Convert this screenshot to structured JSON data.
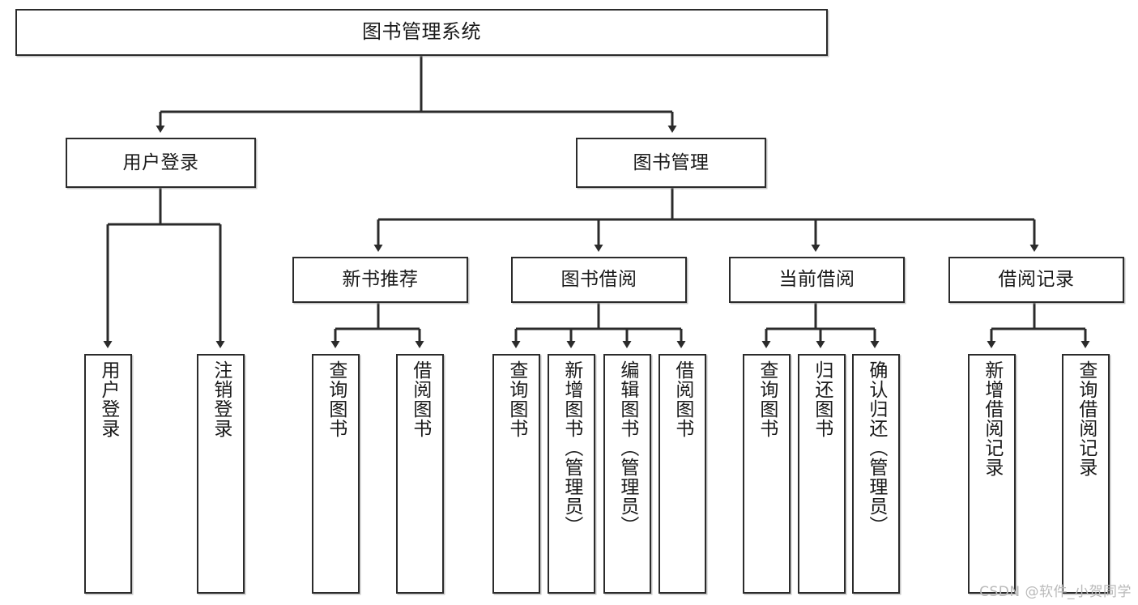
{
  "diagram": {
    "title": "图书管理系统",
    "type": "tree-hierarchy-chart",
    "orientation": "top-down",
    "stroke_color": "#2b2b2b",
    "fill_color": "#ffffff",
    "text_color": "#1a1a1a"
  },
  "nodes": {
    "root": {
      "label": "图书管理系统",
      "level": 1
    },
    "level2": [
      {
        "id": "user-login",
        "label": "用户登录",
        "level": 2
      },
      {
        "id": "book-management",
        "label": "图书管理",
        "level": 2
      }
    ],
    "level3": [
      {
        "id": "new-book-recommend",
        "label": "新书推荐",
        "level": 3
      },
      {
        "id": "book-borrow",
        "label": "图书借阅",
        "level": 3
      },
      {
        "id": "current-borrow",
        "label": "当前借阅",
        "level": 3
      },
      {
        "id": "borrow-record",
        "label": "借阅记录",
        "level": 3
      }
    ],
    "leaves": [
      {
        "id": "leaf-user-login",
        "label": "用户登录",
        "parent": "user-login"
      },
      {
        "id": "leaf-logout-login",
        "label": "注销登录",
        "parent": "user-login"
      },
      {
        "id": "leaf-query-book-1",
        "label": "查询图书",
        "parent": "new-book-recommend"
      },
      {
        "id": "leaf-borrow-book-1",
        "label": "借阅图书",
        "parent": "new-book-recommend"
      },
      {
        "id": "leaf-query-book-2",
        "label": "查询图书",
        "parent": "book-borrow"
      },
      {
        "id": "leaf-add-book",
        "label": "新增图书（管理员）",
        "parent": "book-borrow"
      },
      {
        "id": "leaf-edit-book",
        "label": "编辑图书（管理员）",
        "parent": "book-borrow"
      },
      {
        "id": "leaf-borrow-book-2",
        "label": "借阅图书",
        "parent": "book-borrow"
      },
      {
        "id": "leaf-query-book-3",
        "label": "查询图书",
        "parent": "current-borrow"
      },
      {
        "id": "leaf-return-book",
        "label": "归还图书",
        "parent": "current-borrow"
      },
      {
        "id": "leaf-confirm-return",
        "label": "确认归还（管理员）",
        "parent": "current-borrow"
      },
      {
        "id": "leaf-add-record",
        "label": "新增借阅记录",
        "parent": "borrow-record"
      },
      {
        "id": "leaf-query-record",
        "label": "查询借阅记录",
        "parent": "borrow-record"
      }
    ]
  },
  "watermark": {
    "text": "CSDN @软件_小贺同学"
  }
}
